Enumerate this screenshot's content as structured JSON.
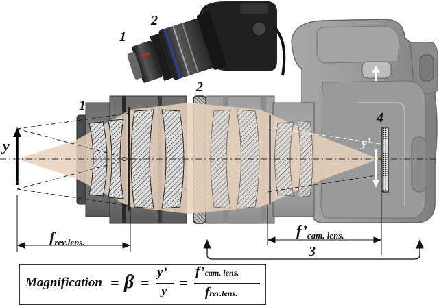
{
  "labels": {
    "photo_lens1": "1",
    "photo_lens2": "2",
    "lens1": "1",
    "lens2": "2",
    "sensor": "4",
    "distance": "3",
    "object_height": "y",
    "image_height": "y’",
    "f_rev_main": "f",
    "f_rev_sub": "rev.lens.",
    "f_cam_main": "f’",
    "f_cam_sub": "cam. lens."
  },
  "formula": {
    "word": "Magnification",
    "eq1": "=",
    "beta": "β",
    "eq2": "=",
    "num1": "y’",
    "den1": "y",
    "eq3": "=",
    "num2_main": "f’",
    "num2_sub": "cam. lens.",
    "den2_main": "f",
    "den2_sub": "rev.lens."
  },
  "colors": {
    "light_beam": "#e8d2bb",
    "lens_dark": "#3c3c3c",
    "lens_mid": "#777777",
    "lens_light": "#a6a6a6",
    "camera_body": "#8c8c8c"
  }
}
